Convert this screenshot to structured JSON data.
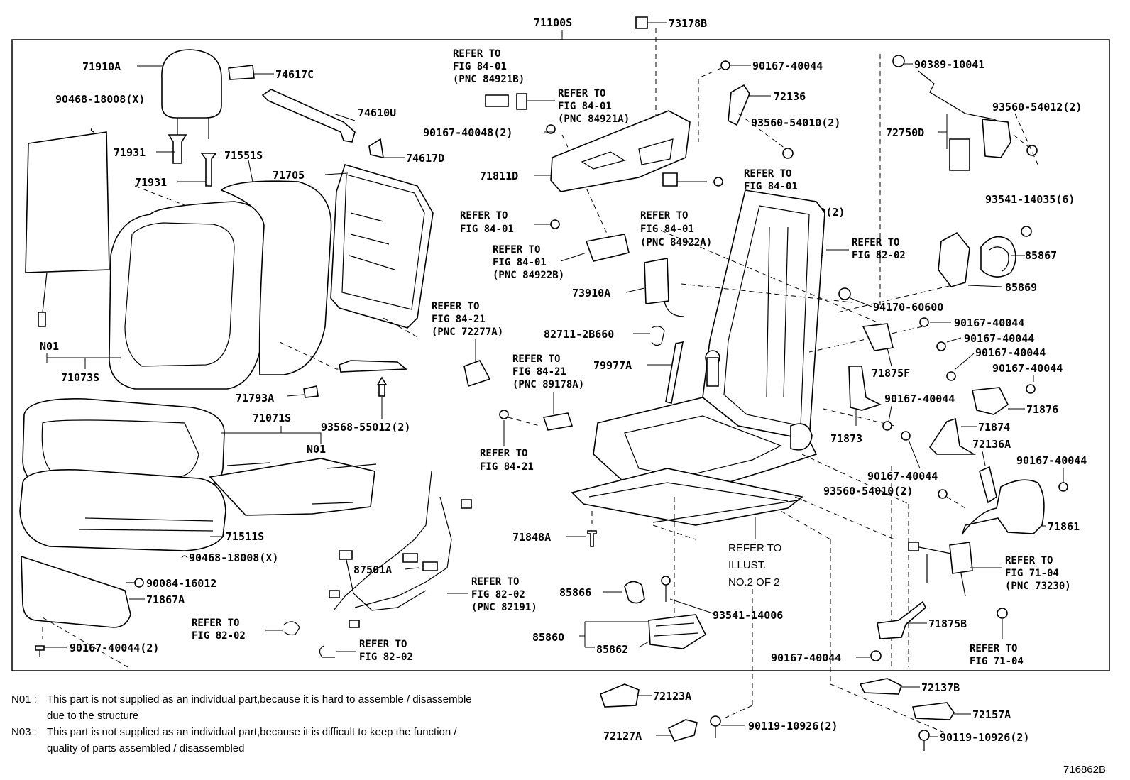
{
  "figure_code": "716862B",
  "assembly": "71100S",
  "notes": [
    {
      "code": "N01 :",
      "lines": [
        "This part is not supplied as an individual part,because it is hard to assemble / disassemble",
        "due to the structure"
      ]
    },
    {
      "code": "N03 :",
      "lines": [
        "This part is not supplied as an individual part,because it is difficult to keep the function /",
        "quality of parts assembled / disassembled"
      ]
    }
  ],
  "labels": {
    "l71910A": "71910A",
    "l74617C": "74617C",
    "l90468a": "90468-18008(X)",
    "l74610U": "74610U",
    "l74617D": "74617D",
    "l71931a": "71931",
    "l71931b": "71931",
    "l71551S": "71551S",
    "l71705": "71705",
    "lN01a": "N01",
    "l71073S": "71073S",
    "l71793A": "71793A",
    "l93568": "93568-55012(2)",
    "l71071S": "71071S",
    "lN01b": "N01",
    "l71511S": "71511S",
    "l90468b": "90468-18008(X)",
    "l90084": "90084-16012",
    "l71867A": "71867A",
    "l90167b": "90167-40044(2)",
    "l73178B": "73178B",
    "l90167top": "90167-40044",
    "l72136": "72136",
    "l93560a": "93560-54010(2)",
    "l90167x2": "90167-40048(2)",
    "l71811D": "71811D",
    "l94185": "94185-60600(2)",
    "l73910A": "73910A",
    "l82711": "82711-2B660",
    "l79977A": "79977A",
    "l90389": "90389-10041",
    "l72750D": "72750D",
    "l93560b": "93560-54012(2)",
    "l93541a": "93541-14035(6)",
    "l85867": "85867",
    "l85869": "85869",
    "l94170": "94170-60600",
    "l90167c": "90167-40044",
    "l90167d": "90167-40044",
    "l90167e": "90167-40044",
    "l90167f": "90167-40044",
    "l71875F": "71875F",
    "l90167g": "90167-40044",
    "l71876": "71876",
    "l71873": "71873",
    "l71874": "71874",
    "l72136A": "72136A",
    "l90167h": "90167-40044",
    "l90167i": "90167-40044",
    "l93560c": "93560-54010(2)",
    "l71861": "71861",
    "l71848A": "71848A",
    "l85866": "85866",
    "l93541b": "93541-14006",
    "l85860": "85860",
    "l85862": "85862",
    "l87501A": "87501A",
    "l71875B": "71875B",
    "l90167j": "90167-40044",
    "l72123A": "72123A",
    "l72127A": "72127A",
    "l90119a": "90119-10926(2)",
    "l72137B": "72137B",
    "l72157A": "72157A",
    "l90119b": "90119-10926(2)"
  },
  "refs": {
    "r1": [
      "REFER TO",
      "FIG 84-01",
      "(PNC 84921B)"
    ],
    "r2": [
      "REFER TO",
      "FIG 84-01",
      "(PNC 84921A)"
    ],
    "r3": [
      "REFER TO",
      "FIG 84-01"
    ],
    "r4": [
      "REFER TO",
      "FIG 84-01"
    ],
    "r5": [
      "REFER TO",
      "FIG 84-01",
      "(PNC 84922A)"
    ],
    "r6": [
      "REFER TO",
      "FIG 84-01",
      "(PNC 84922B)"
    ],
    "r7": [
      "REFER TO",
      "FIG 82-02"
    ],
    "r8": [
      "REFER TO",
      "FIG 84-21",
      "(PNC 72277A)"
    ],
    "r9": [
      "REFER TO",
      "FIG 84-21",
      "(PNC 89178A)"
    ],
    "r10": [
      "REFER TO",
      "FIG 84-21"
    ],
    "r11": [
      "REFER TO",
      "FIG 82-02",
      "(PNC 82191)"
    ],
    "r12": [
      "REFER TO",
      "FIG 82-02"
    ],
    "r13": [
      "REFER TO",
      "FIG 82-02"
    ],
    "r14": [
      "REFER TO",
      "FIG 71-04",
      "(PNC 73230)"
    ],
    "r15": [
      "REFER TO",
      "FIG 71-04"
    ],
    "r16": [
      "REFER TO",
      "ILLUST.",
      "NO.2  OF  2"
    ]
  }
}
